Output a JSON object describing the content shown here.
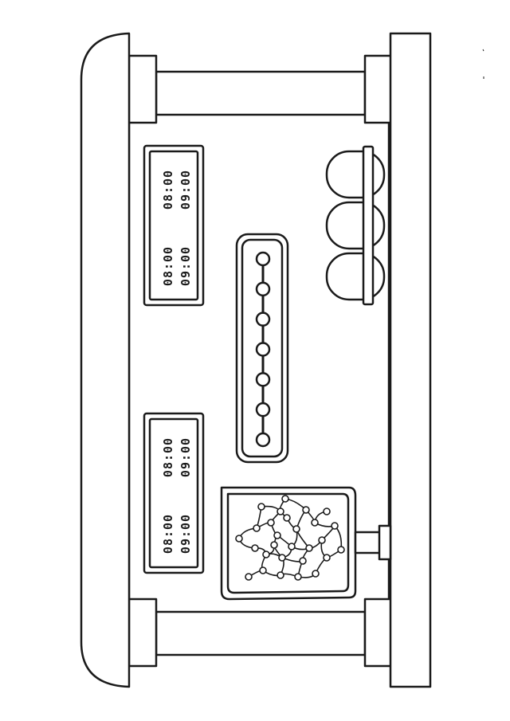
{
  "colors": {
    "stroke": "#1a1a1a",
    "fill": "#ffffff"
  },
  "timetables": [
    {
      "rows": [
        {
          "cols": [
            "08:00",
            "09:00"
          ]
        },
        {
          "cols": [
            "08:00",
            "09:00"
          ]
        }
      ]
    },
    {
      "rows": [
        {
          "cols": [
            "08:00",
            "09:00"
          ]
        },
        {
          "cols": [
            "08:00",
            "09:00"
          ]
        }
      ]
    }
  ],
  "route_stops": 7,
  "traffic_light_lamps": 3,
  "icons": [
    "traffic-light-icon",
    "route-line-icon",
    "network-map-icon"
  ]
}
